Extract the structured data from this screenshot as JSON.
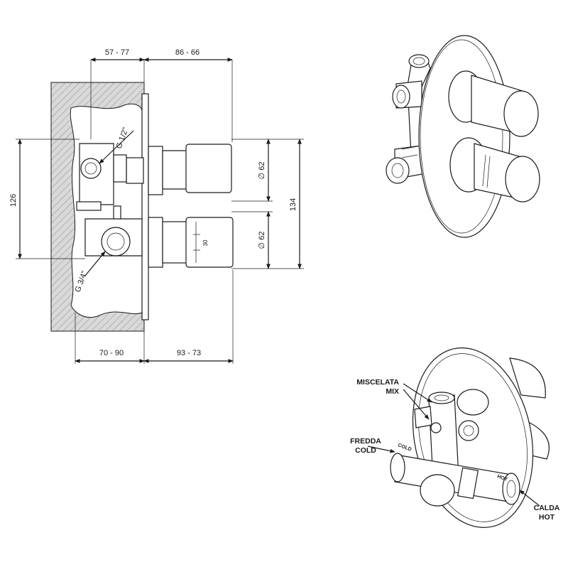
{
  "dimensions": {
    "top_left": "57 - 77",
    "top_right": "86 - 66",
    "bottom_left": "70 - 90",
    "bottom_right": "93 - 73",
    "height_outer_left": "126",
    "height_outer_right": "134",
    "diameter_upper": "∅ 62",
    "diameter_lower": "∅ 62",
    "scale_mark": "30"
  },
  "thread_labels": {
    "upper": "G 1/2\"",
    "lower": "G 3/4\""
  },
  "connections": {
    "mixed_it": "MISCELATA",
    "mixed_en": "MIX",
    "cold_it": "FREDDA",
    "cold_en": "COLD",
    "hot_it": "CALDA",
    "hot_en": "HOT"
  },
  "pipe_marks": {
    "cold": "COLD",
    "hot": "HOT"
  },
  "colors": {
    "line": "#1a1a1a",
    "background": "#ffffff"
  }
}
